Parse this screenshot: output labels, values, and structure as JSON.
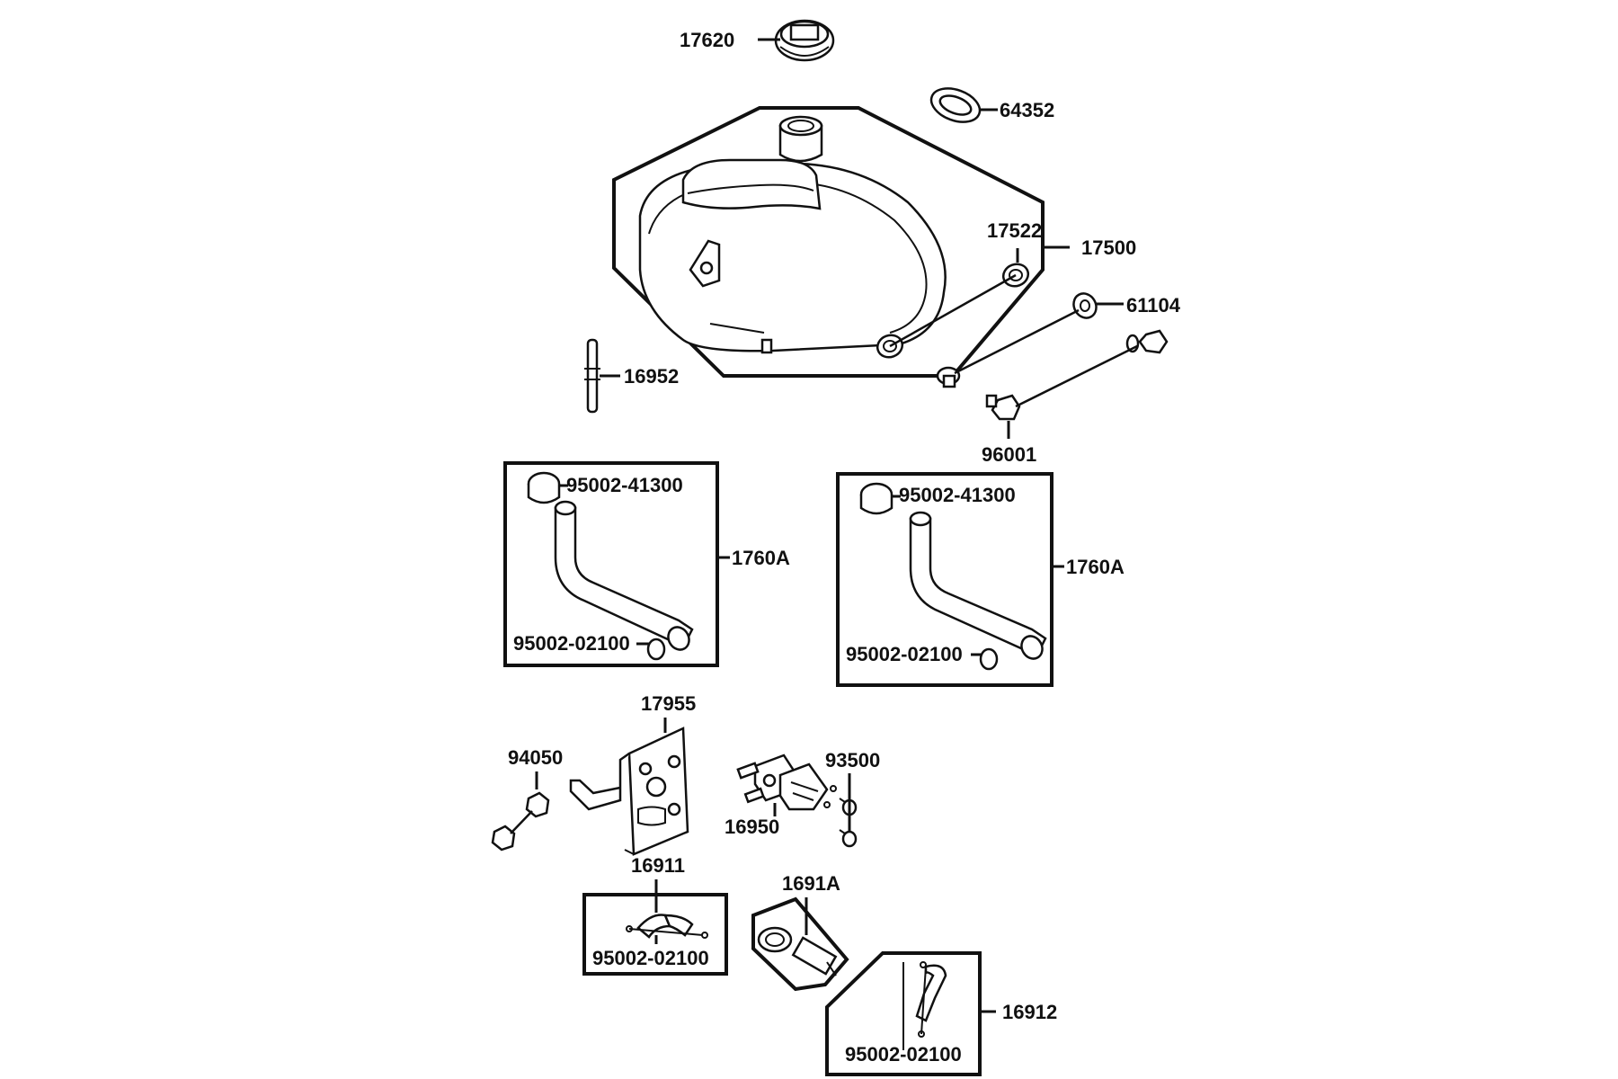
{
  "diagram": {
    "labels": {
      "fuel_cap": "17620",
      "cap_gasket": "64352",
      "tank_grommet": "17522",
      "fuel_tank": "17500",
      "collar": "61104",
      "drain_pipe": "16952",
      "bolt": "96001",
      "hose_assy_left": "1760A",
      "hose_assy_right": "1760A",
      "clamp_large_left": "95002-41300",
      "clamp_large_right": "95002-41300",
      "clamp_small_left": "95002-02100",
      "clamp_small_right": "95002-02100",
      "bracket": "17955",
      "nut": "94050",
      "screw": "93500",
      "fuel_cock": "16950",
      "hose_16911": "16911",
      "clamp_16911": "95002-02100",
      "fuel_filter": "1691A",
      "hose_16912": "16912",
      "clamp_16912": "95002-02100"
    }
  }
}
